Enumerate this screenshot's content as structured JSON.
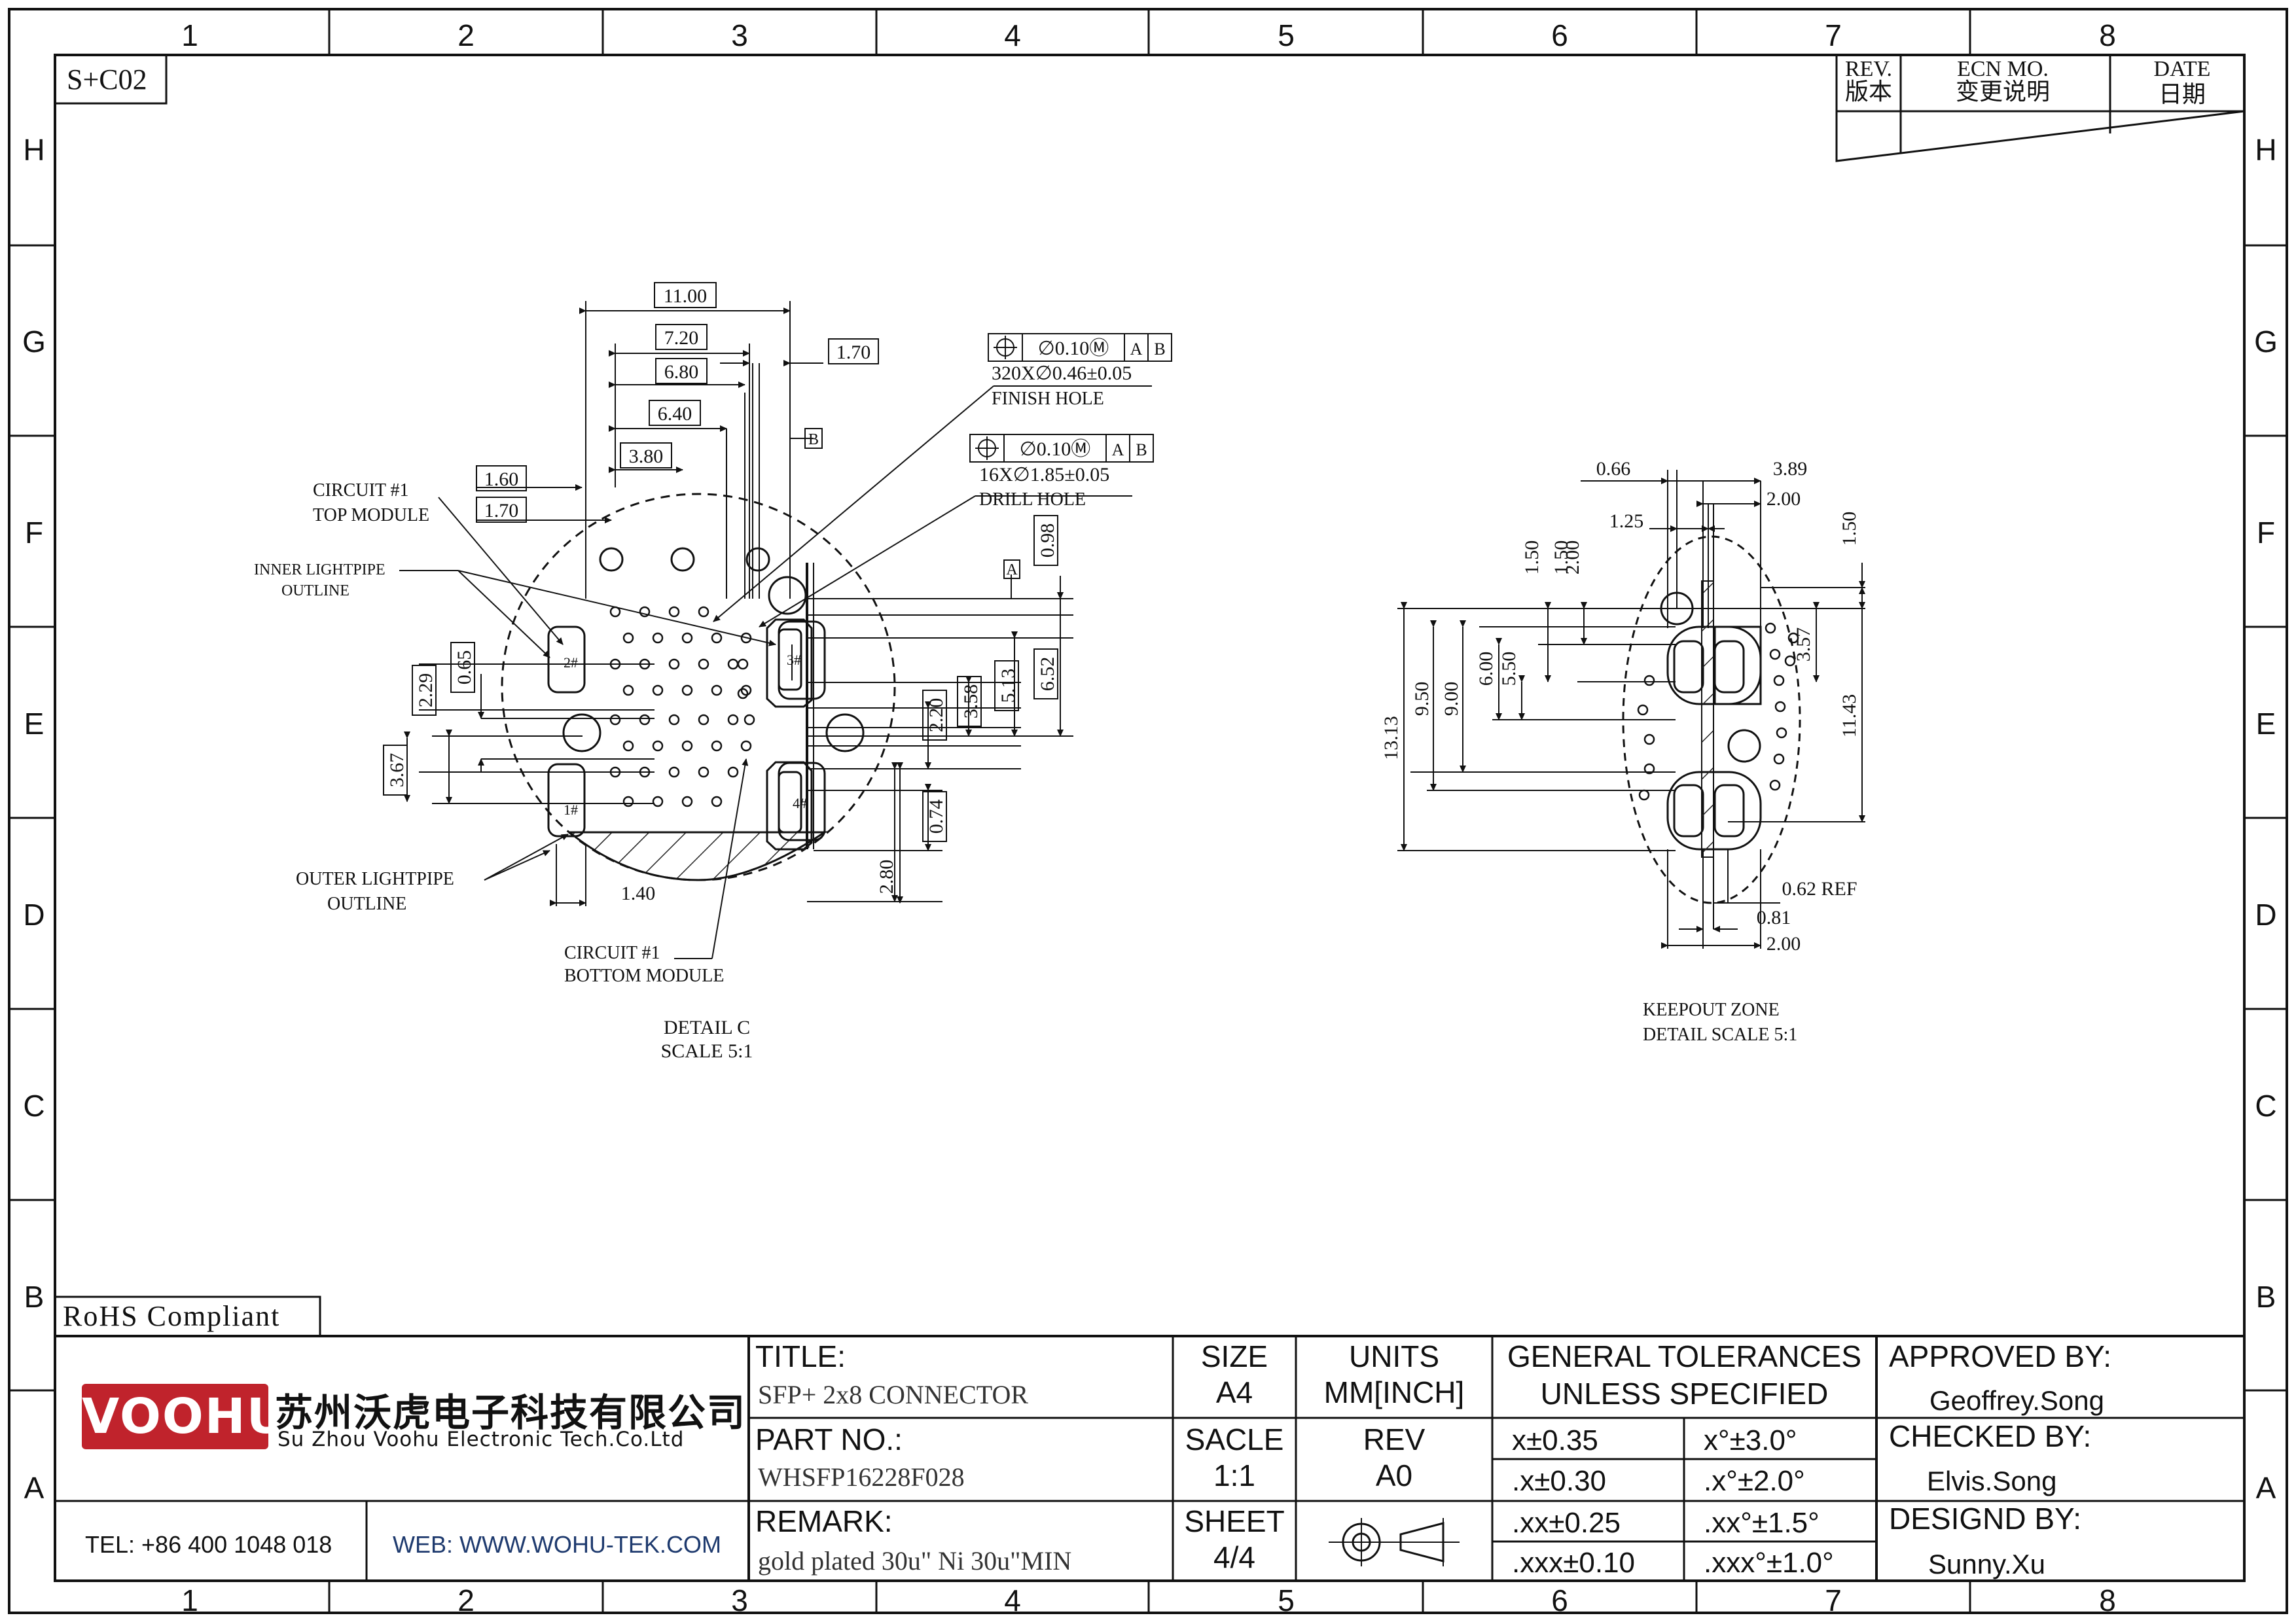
{
  "border": {
    "col_numbers": [
      "1",
      "2",
      "3",
      "4",
      "5",
      "6",
      "7",
      "8"
    ],
    "row_letters": [
      "H",
      "G",
      "F",
      "E",
      "D",
      "C",
      "B",
      "A"
    ]
  },
  "sheet_code": "S+C02",
  "rohs": "RoHS Compliant",
  "revision_block": {
    "rev_label": "REV.",
    "rev_label_cn": "版本",
    "ecn_label": "ECN MO.",
    "ecn_label_cn": "变更说明",
    "date_label": "DATE",
    "date_label_cn": "日期"
  },
  "title_block": {
    "logo": "VOOHU",
    "company_cn": "苏州沃虎电子科技有限公司",
    "company_en": "Su Zhou Voohu Electronic Tech.Co.Ltd",
    "tel": "TEL: +86 400 1048 018",
    "web": "WEB: WWW.WOHU-TEK.COM",
    "title_label": "TITLE:",
    "title_value": "SFP+ 2x8 CONNECTOR",
    "part_label": "PART NO.:",
    "part_value": "WHSFP16228F028",
    "remark_label": "REMARK:",
    "remark_value": "gold plated 30u\" Ni 30u\"MIN",
    "size_label": "SIZE",
    "size_value": "A4",
    "units_label": "UNITS",
    "units_value": "MM[INCH]",
    "scale_label": "SACLE",
    "scale_value": "1:1",
    "rev_label": "REV",
    "rev_value": "A0",
    "sheet_label": "SHEET",
    "sheet_value": "4/4",
    "tol_title_1": "GENERAL TOLERANCES",
    "tol_title_2": "UNLESS SPECIFIED",
    "tolerances": [
      [
        "x±0.35",
        "x°±3.0°"
      ],
      [
        ".x±0.30",
        ".x°±2.0°"
      ],
      [
        ".xx±0.25",
        ".xx°±1.5°"
      ],
      [
        ".xxx±0.10",
        ".xxx°±1.0°"
      ]
    ],
    "approved_label": "APPROVED BY:",
    "approved_value": "Geoffrey.Song",
    "checked_label": "CHECKED BY:",
    "checked_value": "Elvis.Song",
    "designed_label": "DESIGND BY:",
    "designed_value": "Sunny.Xu"
  },
  "detail_c": {
    "caption_1": "DETAIL C",
    "caption_2": "SCALE 5:1",
    "dims_boxed": [
      "11.00",
      "7.20",
      "6.80",
      "6.40",
      "3.80",
      "1.60",
      "1.70",
      "1.70",
      "2.29",
      "0.65",
      "3.67",
      "0.98",
      "6.52",
      "5.13",
      "3.58",
      "2.20",
      "0.74"
    ],
    "dims_plain": [
      "1.40",
      "2.80"
    ],
    "fcf_1": {
      "sym": "⌖",
      "tol": "∅0.10Ⓜ",
      "datum_a": "A",
      "datum_b": "B",
      "note": "320X∅0.46±0.05",
      "note2": "FINISH HOLE"
    },
    "fcf_2": {
      "sym": "⌖",
      "tol": "∅0.10Ⓜ",
      "datum_a": "A",
      "datum_b": "B",
      "note": "16X∅1.85±0.05",
      "note2": "DRILL HOLE"
    },
    "datum_a": "A",
    "datum_b": "B",
    "labels": {
      "circuit_top_1": "CIRCUIT #1",
      "circuit_top_2": "TOP MODULE",
      "inner_lp_1": "INNER LIGHTPIPE",
      "inner_lp_2": "OUTLINE",
      "outer_lp_1": "OUTER LIGHTPIPE",
      "outer_lp_2": "OUTLINE",
      "circuit_bot_1": "CIRCUIT #1",
      "circuit_bot_2": "BOTTOM MODULE",
      "p1": "1#",
      "p2": "2#",
      "p3": "3#",
      "p4": "4#"
    }
  },
  "keepout": {
    "caption_1": "KEEPOUT ZONE",
    "caption_2": "DETAIL SCALE 5:1",
    "dims": [
      "0.66",
      "3.89",
      "2.00",
      "1.25",
      "1.50",
      "2.00",
      "1.50",
      "13.13",
      "9.50",
      "9.00",
      "6.00",
      "5.50",
      "1.50",
      "3.57",
      "11.43",
      "0.62 REF",
      "0.81",
      "2.00"
    ]
  }
}
